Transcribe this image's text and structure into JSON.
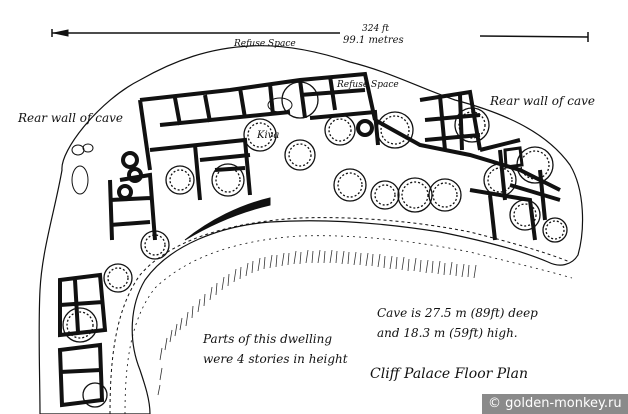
{
  "diagram": {
    "title": "Cliff Palace Floor Plan",
    "scale": {
      "feet": "324 ft",
      "metres": "99.1 metres"
    },
    "labels": {
      "refuse_space_1": "Refuse Space",
      "refuse_space_2": "Refuse Space",
      "rear_wall_left": "Rear wall of cave",
      "rear_wall_right": "Rear wall of cave",
      "kiva": "Kiva"
    },
    "notes": {
      "cave_line1": "Cave is 27.5 m (89ft) deep",
      "cave_line2": "and 18.3 m (59ft) high.",
      "parts_line1": "Parts of this dwelling",
      "parts_line2": "were 4 stories in height"
    },
    "watermark": "© golden-monkey.ru",
    "colors": {
      "ink": "#111111",
      "background": "#ffffff",
      "watermark_bg": "#8a8a8a"
    }
  }
}
